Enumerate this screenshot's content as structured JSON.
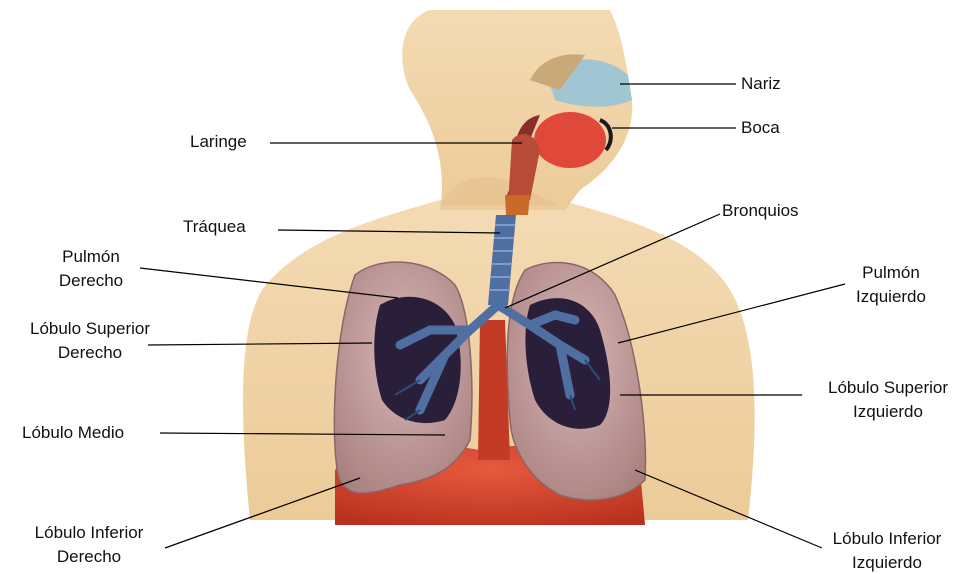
{
  "labels": {
    "nariz": "Nariz",
    "boca": "Boca",
    "laringe": "Laringe",
    "traquea": "Tráquea",
    "bronquios": "Bronquios",
    "pulmon_derecho": [
      "Pulmón",
      "Derecho"
    ],
    "pulmon_izquierdo": [
      "Pulmón",
      "Izquierdo"
    ],
    "lobulo_superior_derecho": [
      "Lóbulo Superior",
      "Derecho"
    ],
    "lobulo_superior_izquierdo": [
      "Lóbulo Superior",
      "Izquierdo"
    ],
    "lobulo_medio": "Lóbulo Medio",
    "lobulo_inferior_derecho": [
      "Lóbulo Inferior",
      "Derecho"
    ],
    "lobulo_inferior_izquierdo": [
      "Lóbulo Inferior",
      "Izquierdo"
    ]
  },
  "colors": {
    "skin": "#f2d3a8",
    "skin_shadow": "#d9ae7c",
    "lung": "#c9a5a6",
    "lung_dark": "#2a1f3a",
    "bronchi": "#4f6fa3",
    "muscle": "#d9402b",
    "leader_line": "#000000"
  }
}
